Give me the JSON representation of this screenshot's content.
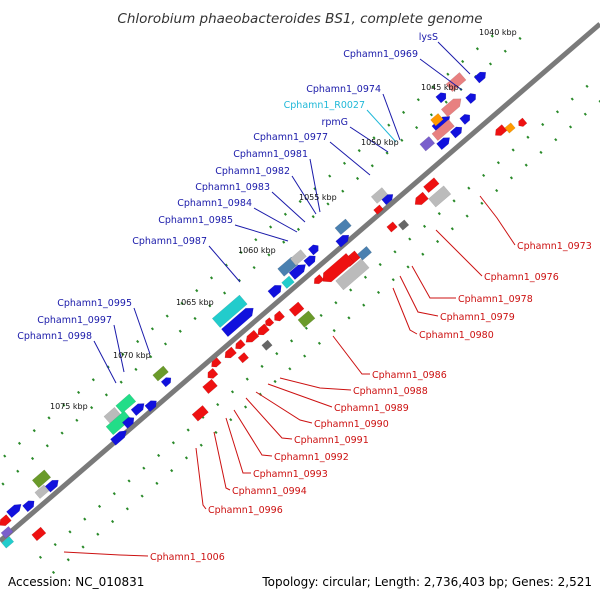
{
  "title": "Chlorobium phaeobacteroides BS1, complete genome",
  "accession": "Accession: NC_010831",
  "summary": "Topology: circular; Length: 2,736,403 bp; Genes: 2,521",
  "colors": {
    "backbone": "#7a7a7a",
    "tick": "#2a8a2a",
    "label_top": "#1a1aaa",
    "label_rna": "#20b8d8",
    "label_bottom": "#cc1111",
    "gene_blue": "#1111dd",
    "gene_red": "#ee1111",
    "gene_gray": "#bbbbbb",
    "gene_pink": "#e88080",
    "gene_purple": "#7a5fcc",
    "gene_orange": "#ff9900",
    "gene_olive": "#6a9a2a",
    "gene_steel": "#4a80b0",
    "gene_cyan": "#22cccc",
    "gene_green": "#22dd88",
    "gene_darkgray": "#666666"
  },
  "kbp_markers": [
    "1040 kbp",
    "1045 kbp",
    "1050 kbp",
    "1055 kbp",
    "1060 kbp",
    "1065 kbp",
    "1070 kbp",
    "1075 kbp"
  ],
  "genes_top": [
    "lysS",
    "Cphamn1_0969",
    "Cphamn1_0974",
    "Cphamn1_R0027",
    "rpmG",
    "Cphamn1_0977",
    "Cphamn1_0981",
    "Cphamn1_0982",
    "Cphamn1_0983",
    "Cphamn1_0984",
    "Cphamn1_0985",
    "Cphamn1_0987",
    "Cphamn1_0995",
    "Cphamn1_0997",
    "Cphamn1_0998"
  ],
  "genes_bottom": [
    "Cphamn1_0973",
    "Cphamn1_0976",
    "Cphamn1_0978",
    "Cphamn1_0979",
    "Cphamn1_0980",
    "Cphamn1_0986",
    "Cphamn1_0988",
    "Cphamn1_0989",
    "Cphamn1_0990",
    "Cphamn1_0991",
    "Cphamn1_0992",
    "Cphamn1_0993",
    "Cphamn1_0994",
    "Cphamn1_0996",
    "Cphamn1_1006"
  ]
}
